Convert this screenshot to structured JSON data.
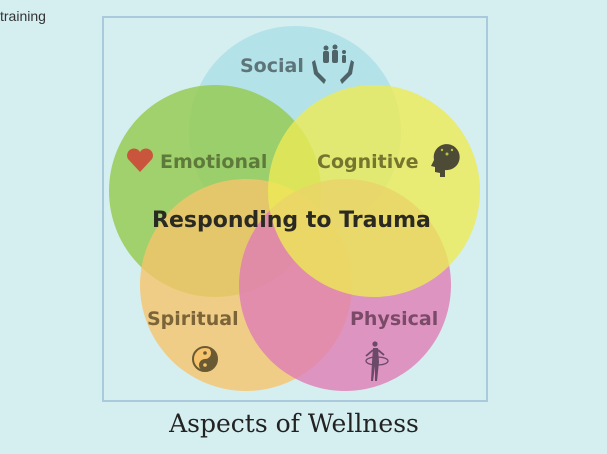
{
  "corner_text": "training",
  "diagram": {
    "center_label": "Responding to Trauma",
    "title": "Aspects of Wellness",
    "circles": [
      {
        "label": "Social",
        "color": "#ade0e8",
        "icon": "family-in-hands-icon"
      },
      {
        "label": "Emotional",
        "color": "#96cb55",
        "icon": "heart-icon"
      },
      {
        "label": "Cognitive",
        "color": "#ecea55",
        "icon": "brain-head-icon"
      },
      {
        "label": "Spiritual",
        "color": "#f6c46c",
        "icon": "yin-yang-icon"
      },
      {
        "label": "Physical",
        "color": "#df7db5",
        "icon": "hula-hoop-person-icon"
      }
    ]
  }
}
